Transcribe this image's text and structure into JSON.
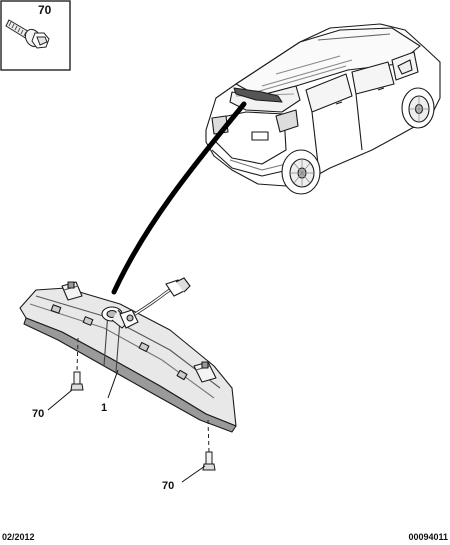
{
  "inset": {
    "part_number": "70"
  },
  "callouts": [
    {
      "key": "screw_left",
      "label": "70"
    },
    {
      "key": "lamp",
      "label": "1"
    },
    {
      "key": "screw_bottom",
      "label": "70"
    }
  ],
  "footer": {
    "date": "02/2012",
    "reference": "00094011"
  },
  "colors": {
    "line": "#1a1a1a",
    "fill": "#ffffff",
    "shade": "#d9d9d9",
    "dark": "#6a6a6a"
  }
}
